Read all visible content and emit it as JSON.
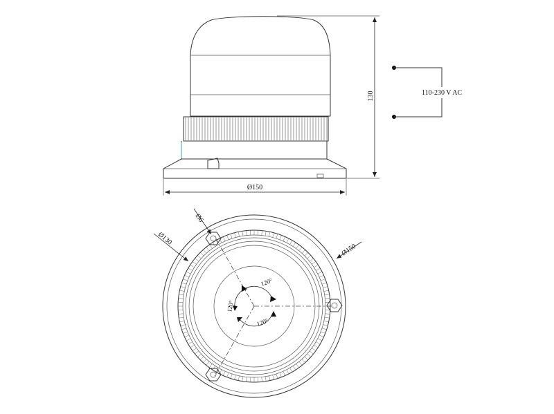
{
  "labels": {
    "height": "130",
    "voltage": "110-230 V AC",
    "base_diameter_side": "Ø150",
    "hole_diameter": "Ø6",
    "mount_diameter": "Ø130",
    "base_diameter_top": "Ø150",
    "angle_1": "120°",
    "angle_2": "120°",
    "angle_3": "120°"
  },
  "colors": {
    "line": "#333333",
    "accent": "#5ab4d6"
  }
}
